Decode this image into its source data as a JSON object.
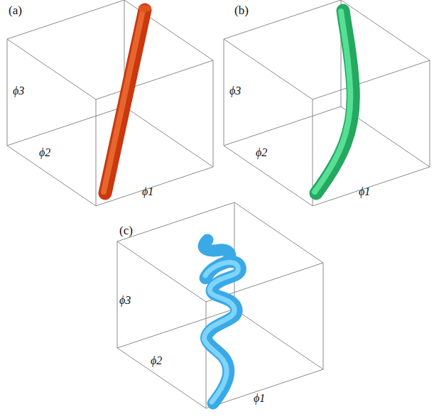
{
  "diagram": {
    "labels": [
      "(a)",
      "ϕ3",
      "ϕ2",
      "ϕ1",
      "(b)",
      "ϕ3",
      "ϕ2",
      "ϕ1",
      "(c)",
      "ϕ3",
      "ϕ2",
      "ϕ1"
    ]
  }
}
